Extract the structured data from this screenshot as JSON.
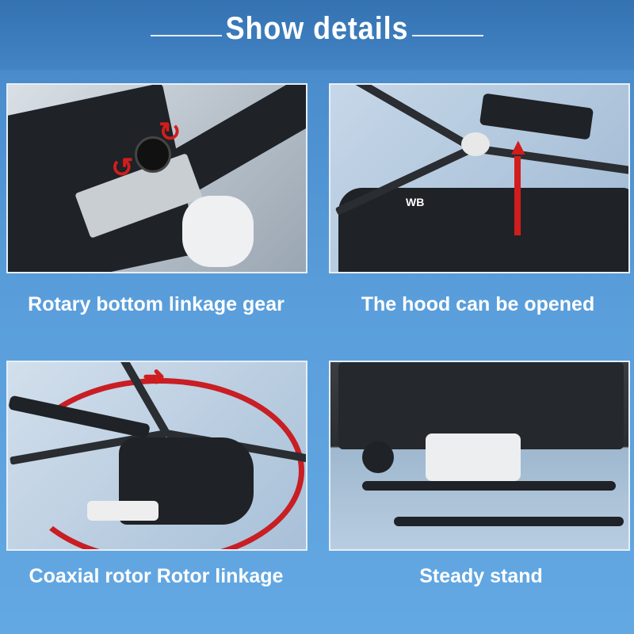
{
  "header": {
    "title": "Show details"
  },
  "panels": [
    {
      "caption": "Rotary bottom linkage gear",
      "image": "gear-closeup"
    },
    {
      "caption": "The hood can be opened",
      "image": "hood-open",
      "badge": "WB"
    },
    {
      "caption": "Coaxial rotor Rotor linkage",
      "image": "helicopter-rotor"
    },
    {
      "caption": "Steady stand",
      "image": "landing-skids"
    }
  ],
  "colors": {
    "background": "#5a9fdc",
    "accent": "#d11d1d",
    "text": "#ffffff"
  }
}
